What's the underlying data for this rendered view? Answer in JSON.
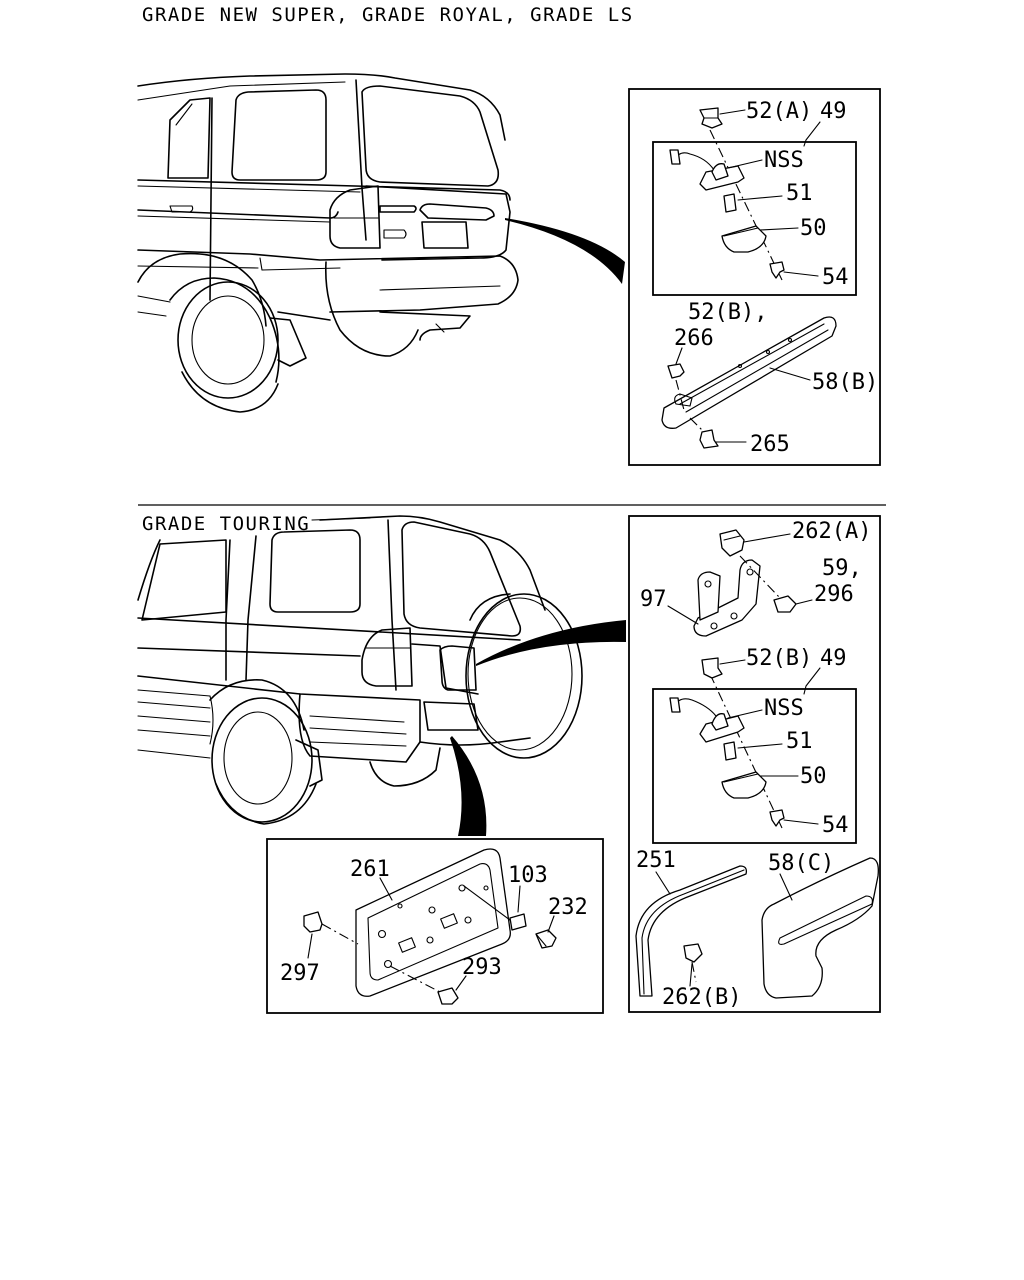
{
  "header": {
    "title": "GRADE NEW SUPER, GRADE ROYAL, GRADE LS"
  },
  "section_top": {
    "callouts": {
      "c52a": "52(A)",
      "c49": "49",
      "nss": "NSS",
      "c51": "51",
      "c50": "50",
      "c54": "54",
      "c52b": "52(B),",
      "c266": "266",
      "c58b": "58(B)",
      "c265": "265"
    }
  },
  "section_bottom": {
    "label": "GRADE TOURING",
    "callouts": {
      "c262a": "262(A)",
      "c59": "59,",
      "c296": "296",
      "c97": "97",
      "c52b": "52(B)",
      "c49": "49",
      "nss": "NSS",
      "c51": "51",
      "c50": "50",
      "c54": "54",
      "c251": "251",
      "c58c": "58(C)",
      "c262b": "262(B)",
      "c261": "261",
      "c103": "103",
      "c232": "232",
      "c297": "297",
      "c293": "293"
    }
  }
}
